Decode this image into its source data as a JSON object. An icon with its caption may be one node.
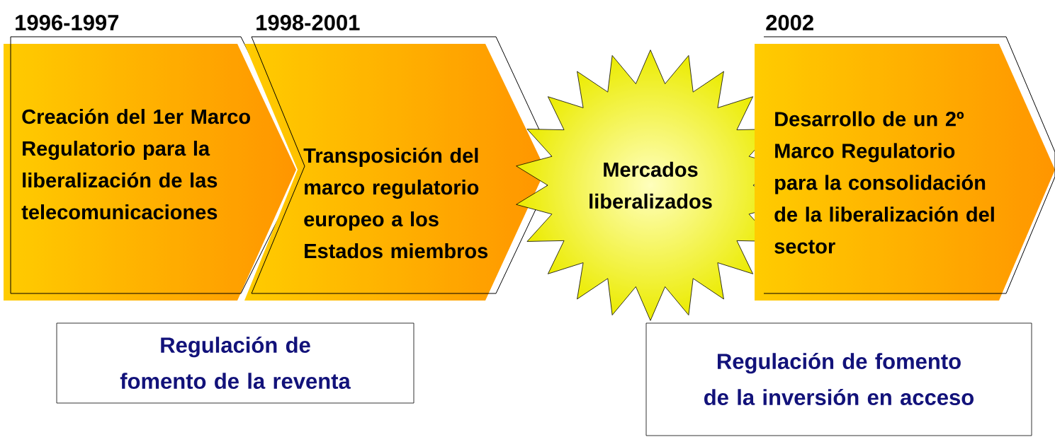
{
  "diagram": {
    "nodes": [
      {
        "text": [
          "1996-1997",
          "Creación del 1er Marco Regulatorio para la liberalización de las telecomunicaciones"
        ]
      },
      {
        "text": [
          "1998-2001",
          "Transposición del marco regulatorio europeo a los Estados miembros"
        ]
      },
      {
        "text": [
          "Mercados liberalizados"
        ]
      },
      {
        "text": [
          "2002",
          "Desarrollo de un 2º Marco Regulatorio para la consolidación de la liberalización del sector"
        ]
      },
      {
        "text": [
          "Regulación de fomento de la reventa"
        ]
      },
      {
        "text": [
          "Regulación de fomento de la inversión en acceso"
        ]
      }
    ]
  }
}
